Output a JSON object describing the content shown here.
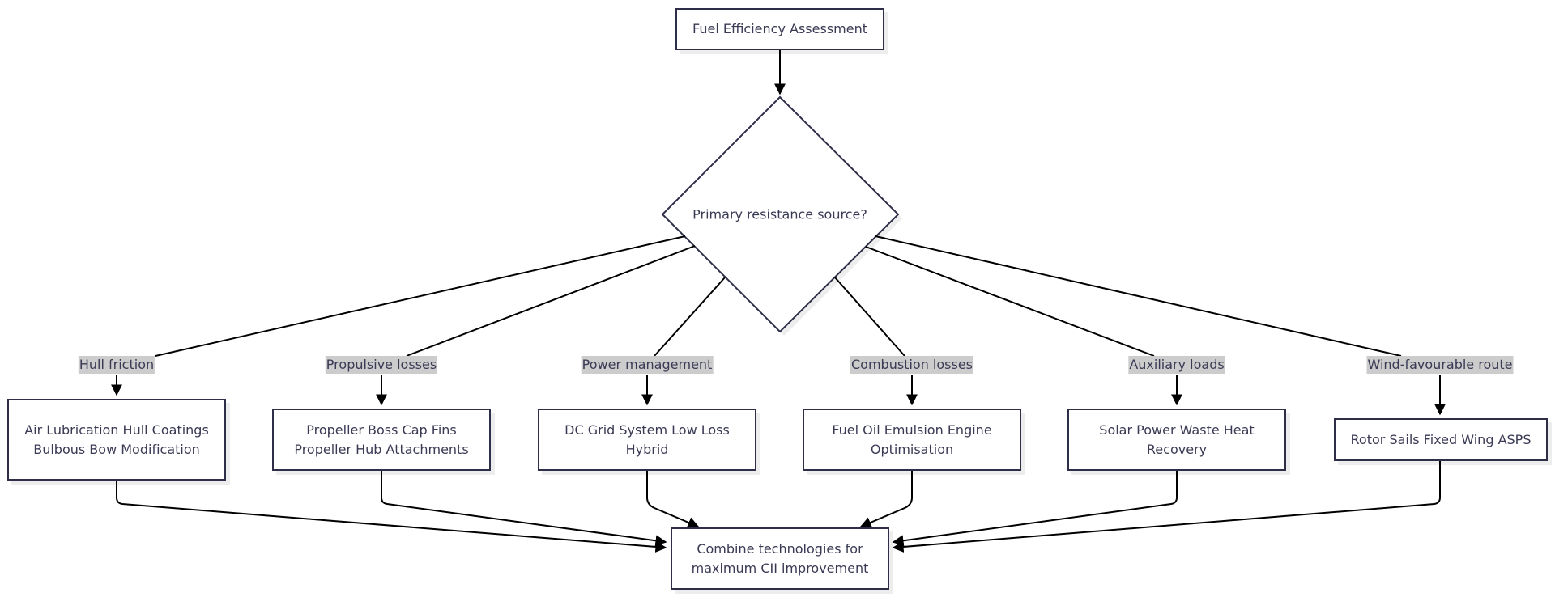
{
  "diagram": {
    "start": "Fuel Efficiency Assessment",
    "decision": "Primary resistance source?",
    "branches": [
      {
        "label": "Hull friction",
        "target": "Air Lubrication Hull Coatings Bulbous Bow Modification"
      },
      {
        "label": "Propulsive losses",
        "target": "Propeller Boss Cap Fins Propeller Hub Attachments"
      },
      {
        "label": "Power management",
        "target": "DC Grid System Low Loss Hybrid"
      },
      {
        "label": "Combustion losses",
        "target": "Fuel Oil Emulsion Engine Optimisation"
      },
      {
        "label": "Auxiliary loads",
        "target": "Solar Power Waste Heat Recovery"
      },
      {
        "label": "Wind-favourable route",
        "target": "Rotor Sails Fixed Wing ASPS"
      }
    ],
    "end": "Combine technologies for maximum CII improvement"
  },
  "colors": {
    "node_border": "#2e2e48",
    "edge": "#000000",
    "label_bg": "#cccccc",
    "text": "#3a3a55"
  }
}
